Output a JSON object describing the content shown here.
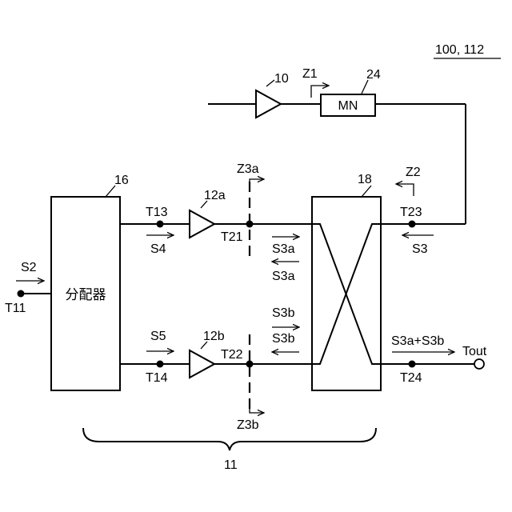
{
  "figure_ref": "100, 112",
  "components": {
    "amp_10": "10",
    "mn_ref": "24",
    "mn_label": "MN",
    "distributor_ref": "16",
    "distributor_label": "分配器",
    "amp_12a": "12a",
    "amp_12b": "12b",
    "coupler_ref": "18",
    "group_ref": "11"
  },
  "terminals": {
    "t11": "T11",
    "t13": "T13",
    "t14": "T14",
    "t21": "T21",
    "t22": "T22",
    "t23": "T23",
    "t24": "T24",
    "tout": "Tout"
  },
  "signals": {
    "s2": "S2",
    "s3": "S3",
    "s4": "S4",
    "s5": "S5",
    "s3a_forward": "S3a",
    "s3a_reflected": "S3a",
    "s3b_forward": "S3b",
    "s3b_reflected": "S3b",
    "sum": "S3a+S3b"
  },
  "impedances": {
    "z1": "Z1",
    "z2": "Z2",
    "z3a": "Z3a",
    "z3b": "Z3b"
  }
}
